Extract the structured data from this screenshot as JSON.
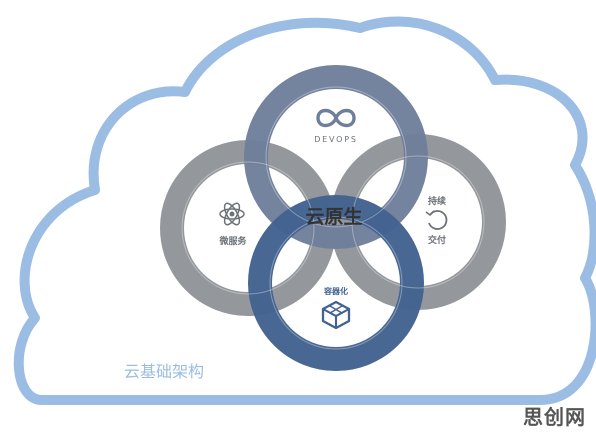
{
  "diagram": {
    "center_label": "云原生",
    "infrastructure_label": "云基础架构",
    "devops": {
      "label": "DEVOPS",
      "icon": "infinity-icon"
    },
    "microservices": {
      "label": "微服务",
      "icon": "atom-icon"
    },
    "continuous_delivery": {
      "label_line1": "持续",
      "label_line2": "交付",
      "icon": "refresh-circle-icon"
    },
    "containerization": {
      "label": "容器化",
      "icon": "cube-icon"
    }
  },
  "watermark": {
    "text": "思创网"
  },
  "colors": {
    "cloud_outline": "#9bbce3",
    "devops_ring": "#6f7f9a",
    "side_rings": "#8e9298",
    "container_ring": "#42628f",
    "text_gray": "#6c7278",
    "center_text": "#333333"
  }
}
